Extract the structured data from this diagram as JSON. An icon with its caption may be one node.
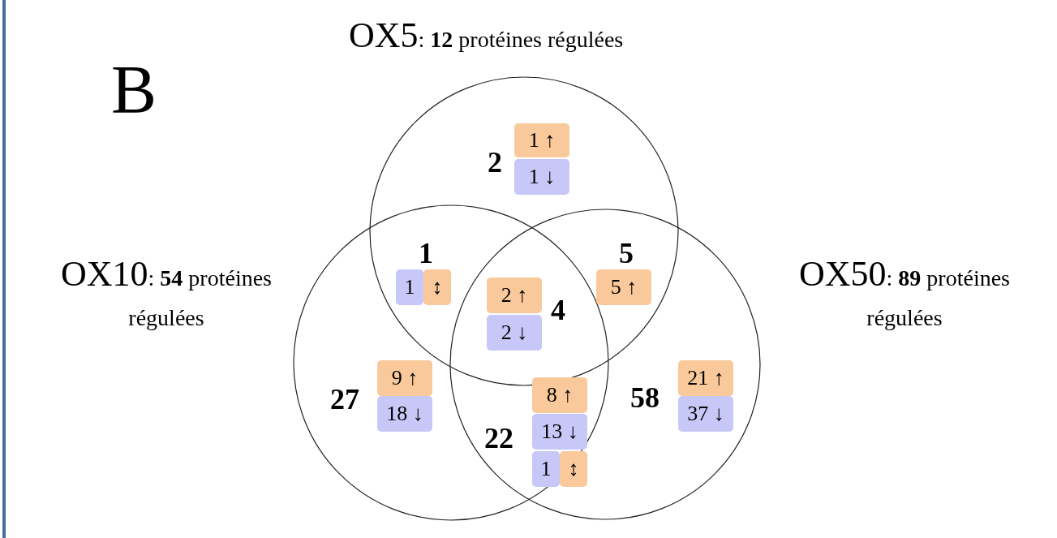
{
  "diagram": {
    "nodes": [
      {
        "text": [
          "OX5: **12** protéines régulées"
        ]
      },
      {
        "text": [
          "OX10: **54** protéines régulées"
        ]
      },
      {
        "text": [
          "OX50: **89** protéines régulées"
        ]
      },
      {
        "text": [
          "1 ↑"
        ],
        "in": 0
      },
      {
        "text": [
          "1 ↓"
        ],
        "in": 0
      },
      {
        "text": [
          "1"
        ]
      },
      {
        "text": [
          "↕"
        ]
      },
      {
        "text": [
          "2 ↑"
        ]
      },
      {
        "text": [
          "5 ↑"
        ]
      },
      {
        "text": [
          "2 ↓"
        ]
      },
      {
        "text": [
          "9 ↑"
        ],
        "in": 1
      },
      {
        "text": [
          "21 ↑"
        ],
        "in": 2
      },
      {
        "text": [
          "8 ↑"
        ]
      },
      {
        "text": [
          "18 ↓"
        ],
        "in": 1
      },
      {
        "text": [
          "37 ↓"
        ],
        "in": 2
      },
      {
        "text": [
          "13 ↓"
        ]
      },
      {
        "text": [
          "1"
        ]
      },
      {
        "text": [
          "↕"
        ],
        "in": 2
      }
    ],
    "labels": [
      "B",
      "2",
      "1",
      "5",
      "4",
      "27",
      "58",
      "22"
    ]
  }
}
